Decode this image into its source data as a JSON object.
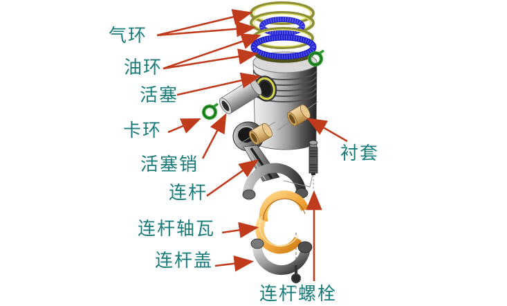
{
  "colors": {
    "background": "#ffffff",
    "label_text": "#1a7b7b",
    "arrow_red": "#c03a1c",
    "ring_gold": "#9a9a3c",
    "ring_blue": "#2424d2",
    "snap_ring_green": "#2d9b2d",
    "bushing_tan": "#dfb878",
    "bearing_shell_orange": "#f2a83c",
    "metal_light": "#e8e8e8",
    "metal_dark": "#2e2e2e"
  },
  "diagram": {
    "labels": [
      {
        "id": "gas-ring",
        "text": "气环"
      },
      {
        "id": "oil-ring",
        "text": "油环"
      },
      {
        "id": "piston",
        "text": "活塞"
      },
      {
        "id": "snap-ring",
        "text": "卡环"
      },
      {
        "id": "piston-pin",
        "text": "活塞销"
      },
      {
        "id": "connecting-rod",
        "text": "连杆"
      },
      {
        "id": "rod-bearing-shell",
        "text": "连杆轴瓦"
      },
      {
        "id": "rod-cap",
        "text": "连杆盖"
      },
      {
        "id": "bushing",
        "text": "衬套"
      },
      {
        "id": "rod-bolt",
        "text": "连杆螺栓"
      }
    ],
    "parts": [
      "gas-rings",
      "oil-ring-assembly",
      "piston",
      "piston-pin",
      "snap-rings",
      "pin-bushings",
      "connecting-rod",
      "bearing-shells",
      "rod-cap",
      "rod-bolt",
      "cap-bolt"
    ]
  }
}
